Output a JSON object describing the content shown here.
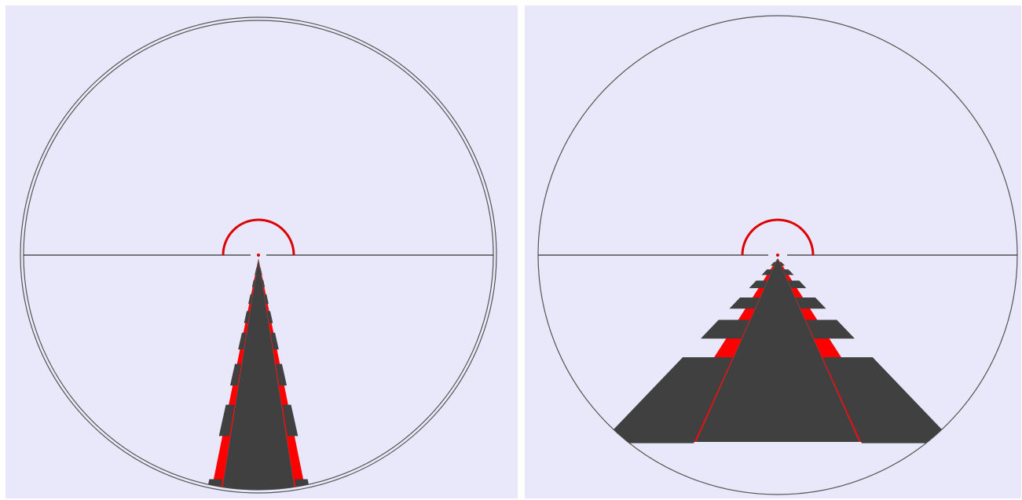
{
  "colors": {
    "background": "#e8e8fa",
    "road": "#404040",
    "edge_line": "#ff0000",
    "dash": "#404040",
    "horizon": "#404040",
    "circle": "#555555",
    "arc": "#dd0000"
  },
  "panels": [
    {
      "id": "left",
      "view": "far",
      "double_circle": true
    },
    {
      "id": "right",
      "view": "near",
      "double_circle": false
    }
  ]
}
